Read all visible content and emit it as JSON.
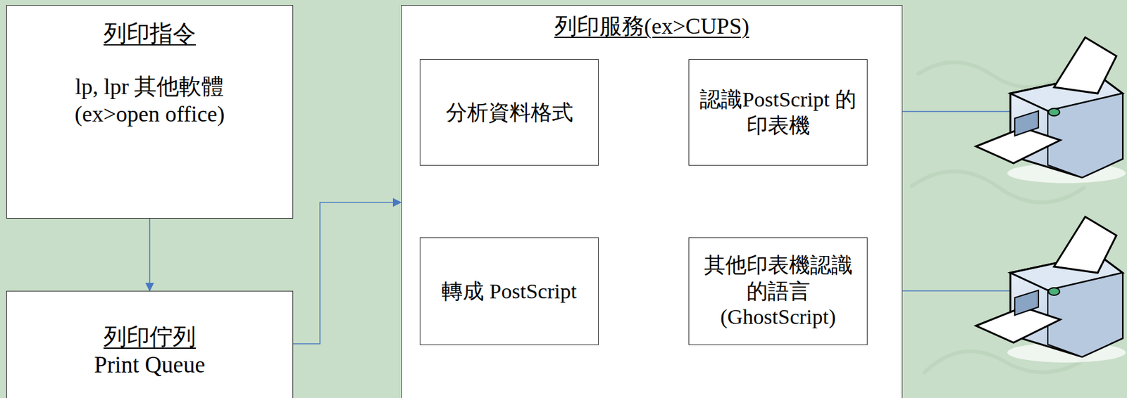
{
  "diagram": {
    "nodes": [
      {
        "text": [
          "列印指令",
          "lp, lpr 其他軟體 (ex>open office)"
        ]
      },
      {
        "text": [
          "列印佇列",
          "Print Queue"
        ]
      },
      {
        "text": [
          "列印服務(ex>CUPS)"
        ]
      },
      {
        "text": [
          "分析資料格式"
        ],
        "in": 2
      },
      {
        "text": [
          "轉成 PostScript"
        ],
        "in": 2
      },
      {
        "text": [
          "認識PostScript 的印表機"
        ],
        "in": 2
      },
      {
        "text": [
          "其他印表機認識的語言 (GhostScript)"
        ],
        "in": 2
      }
    ],
    "edges": [
      {
        "from": 0,
        "to": 1,
        "arrow": "to"
      },
      {
        "from": 1,
        "to": 2,
        "arrow": "to"
      },
      {
        "from": 3,
        "to": 4,
        "arrow": "to"
      },
      {
        "from": 4,
        "to": 5,
        "arrow": "to"
      },
      {
        "from": 4,
        "to": 6,
        "arrow": "to"
      }
    ]
  }
}
